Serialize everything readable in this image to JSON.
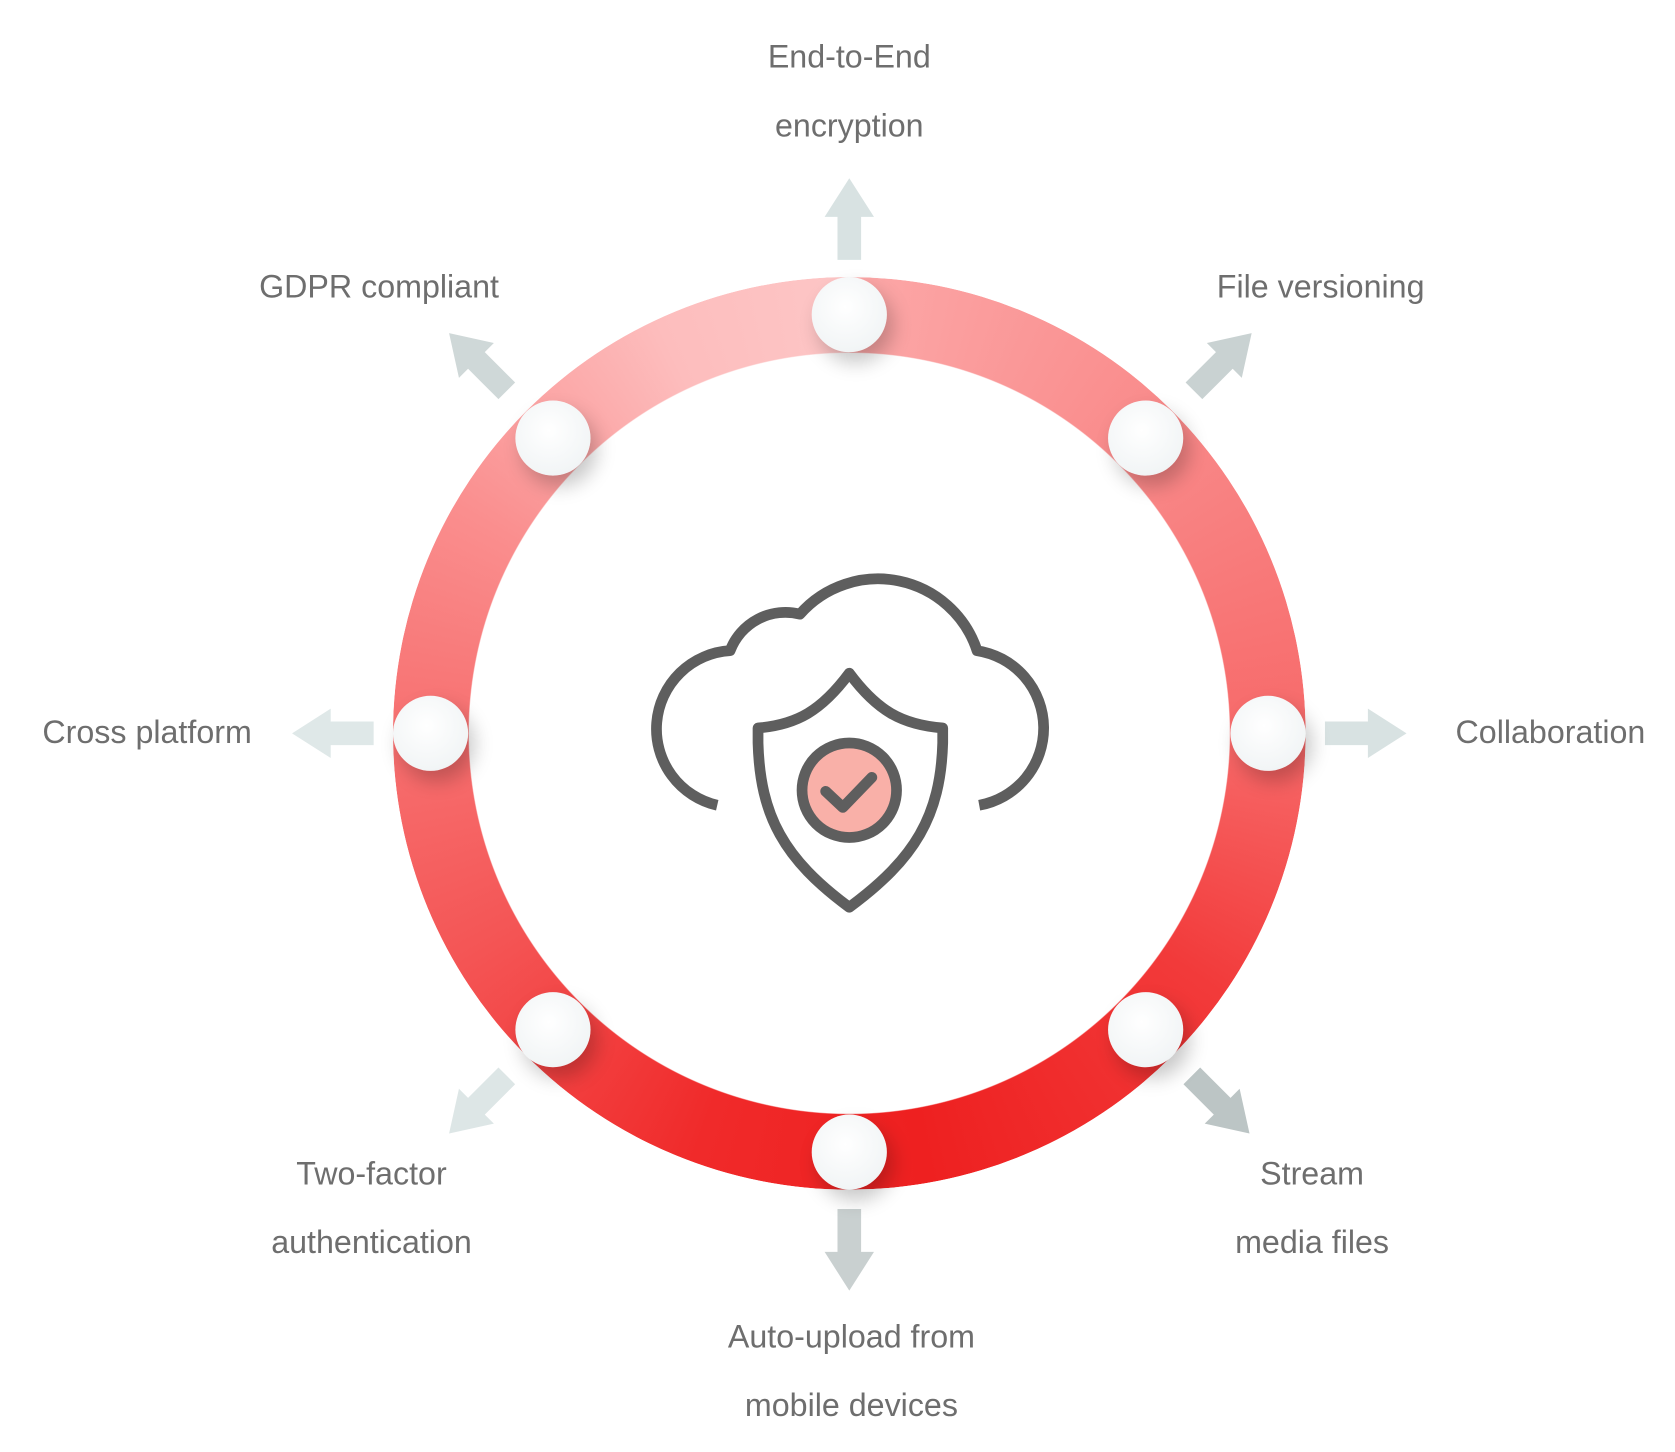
{
  "center_icon": "cloud-shield-check-icon",
  "colors": {
    "ring_light": "#fdc6c6",
    "ring_dark": "#ee2020",
    "arrow": "#d3dddd",
    "text": "#6e6e6e",
    "icon_stroke": "#5e5e5e",
    "icon_fill": "#f9b0a8"
  },
  "features": {
    "top": [
      "End-to-End",
      "encryption"
    ],
    "top_right": [
      "File versioning"
    ],
    "right": [
      "Collaboration"
    ],
    "bottom_right": [
      "Stream",
      "media files"
    ],
    "bottom": [
      "Auto-upload from",
      "mobile devices"
    ],
    "bottom_left": [
      "Two-factor",
      "authentication"
    ],
    "left": [
      "Cross platform"
    ],
    "top_left": [
      "GDPR compliant"
    ]
  }
}
